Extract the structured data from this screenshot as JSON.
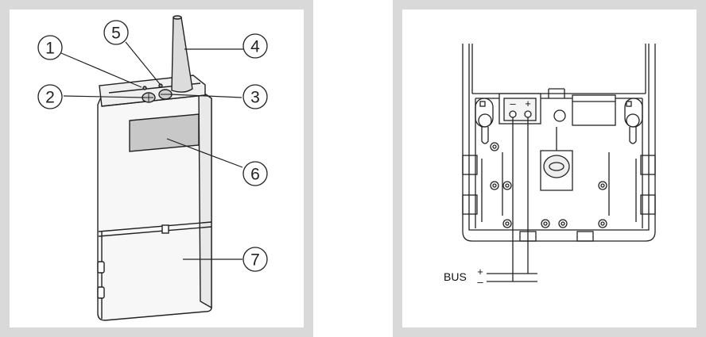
{
  "left_figure": {
    "callouts": [
      {
        "id": "c1",
        "number": "1"
      },
      {
        "id": "c2",
        "number": "2"
      },
      {
        "id": "c3",
        "number": "3"
      },
      {
        "id": "c4",
        "number": "4"
      },
      {
        "id": "c5",
        "number": "5"
      },
      {
        "id": "c6",
        "number": "6"
      },
      {
        "id": "c7",
        "number": "7"
      }
    ]
  },
  "right_figure": {
    "terminal": {
      "minus": "–",
      "plus": "+"
    },
    "bus": {
      "label": "BUS",
      "plus": "+",
      "minus": "–"
    }
  }
}
